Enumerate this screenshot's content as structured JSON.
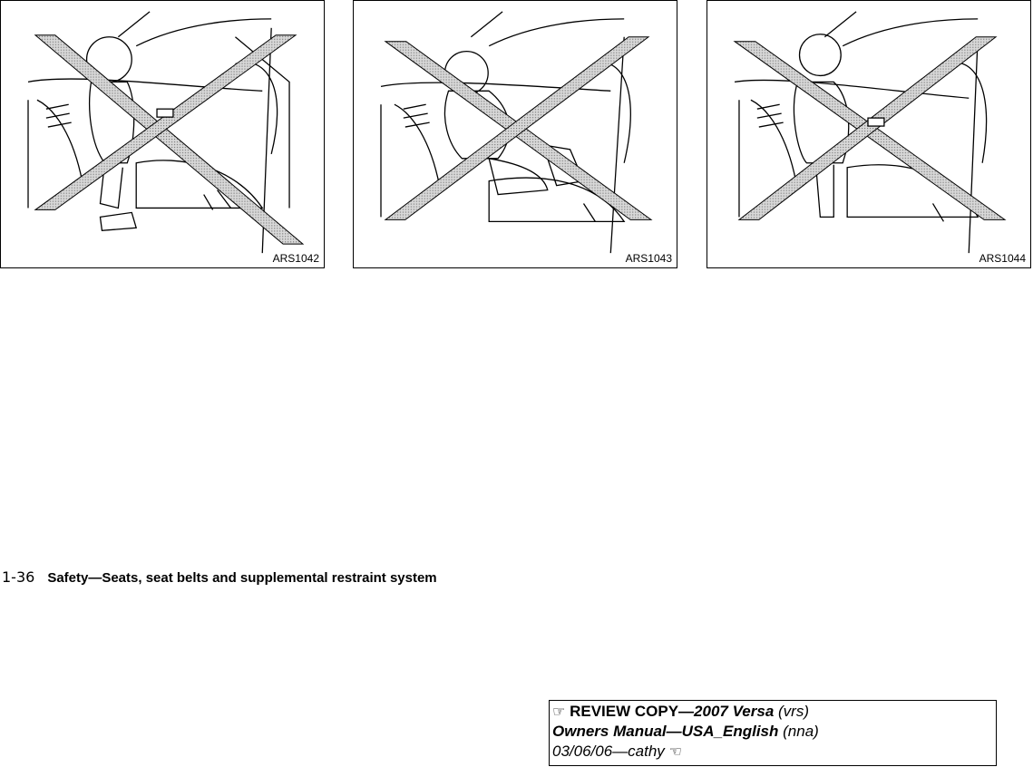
{
  "figures": [
    {
      "code": "ARS1042"
    },
    {
      "code": "ARS1043"
    },
    {
      "code": "ARS1044"
    }
  ],
  "footer": {
    "page_number": "1-36",
    "section_title": "Safety—Seats, seat belts and supplemental restraint system"
  },
  "review": {
    "line1_hand": "☞",
    "line1_bold": "REVIEW COPY—",
    "line1_bold_italic": "2007 Versa",
    "line1_italic": "(vrs)",
    "line2_bold_italic": "Owners Manual—USA_English",
    "line2_italic": "(nna)",
    "line3_italic": "03/06/06—cathy",
    "line3_hand": "☜"
  },
  "colors": {
    "line": "#000000",
    "cross_fill": "#bdbdbd"
  }
}
